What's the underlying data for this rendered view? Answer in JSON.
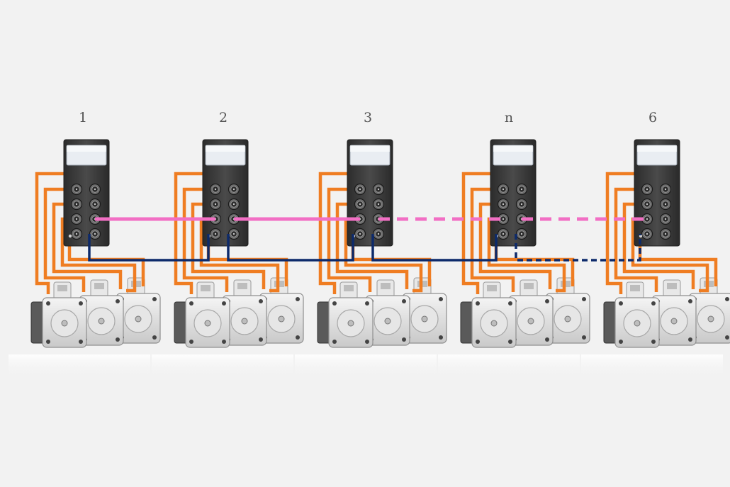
{
  "nodes": [
    {
      "label": "1"
    },
    {
      "label": "2"
    },
    {
      "label": "3"
    },
    {
      "label": "n"
    },
    {
      "label": "6"
    }
  ],
  "motors_per_node": 3,
  "links": {
    "pink_bus": {
      "color": "#f26fc4",
      "segments": [
        "solid",
        "solid",
        "dashed",
        "dashed"
      ]
    },
    "blue_bus": {
      "color": "#0d2a6b",
      "segments": [
        "solid",
        "solid",
        "solid",
        "dashed"
      ]
    }
  },
  "colors": {
    "background": "#f2f2f2",
    "motor_cable": "#ef7d22",
    "module_body": "#3a3a3a",
    "motor_body": "#d9d9d9"
  }
}
